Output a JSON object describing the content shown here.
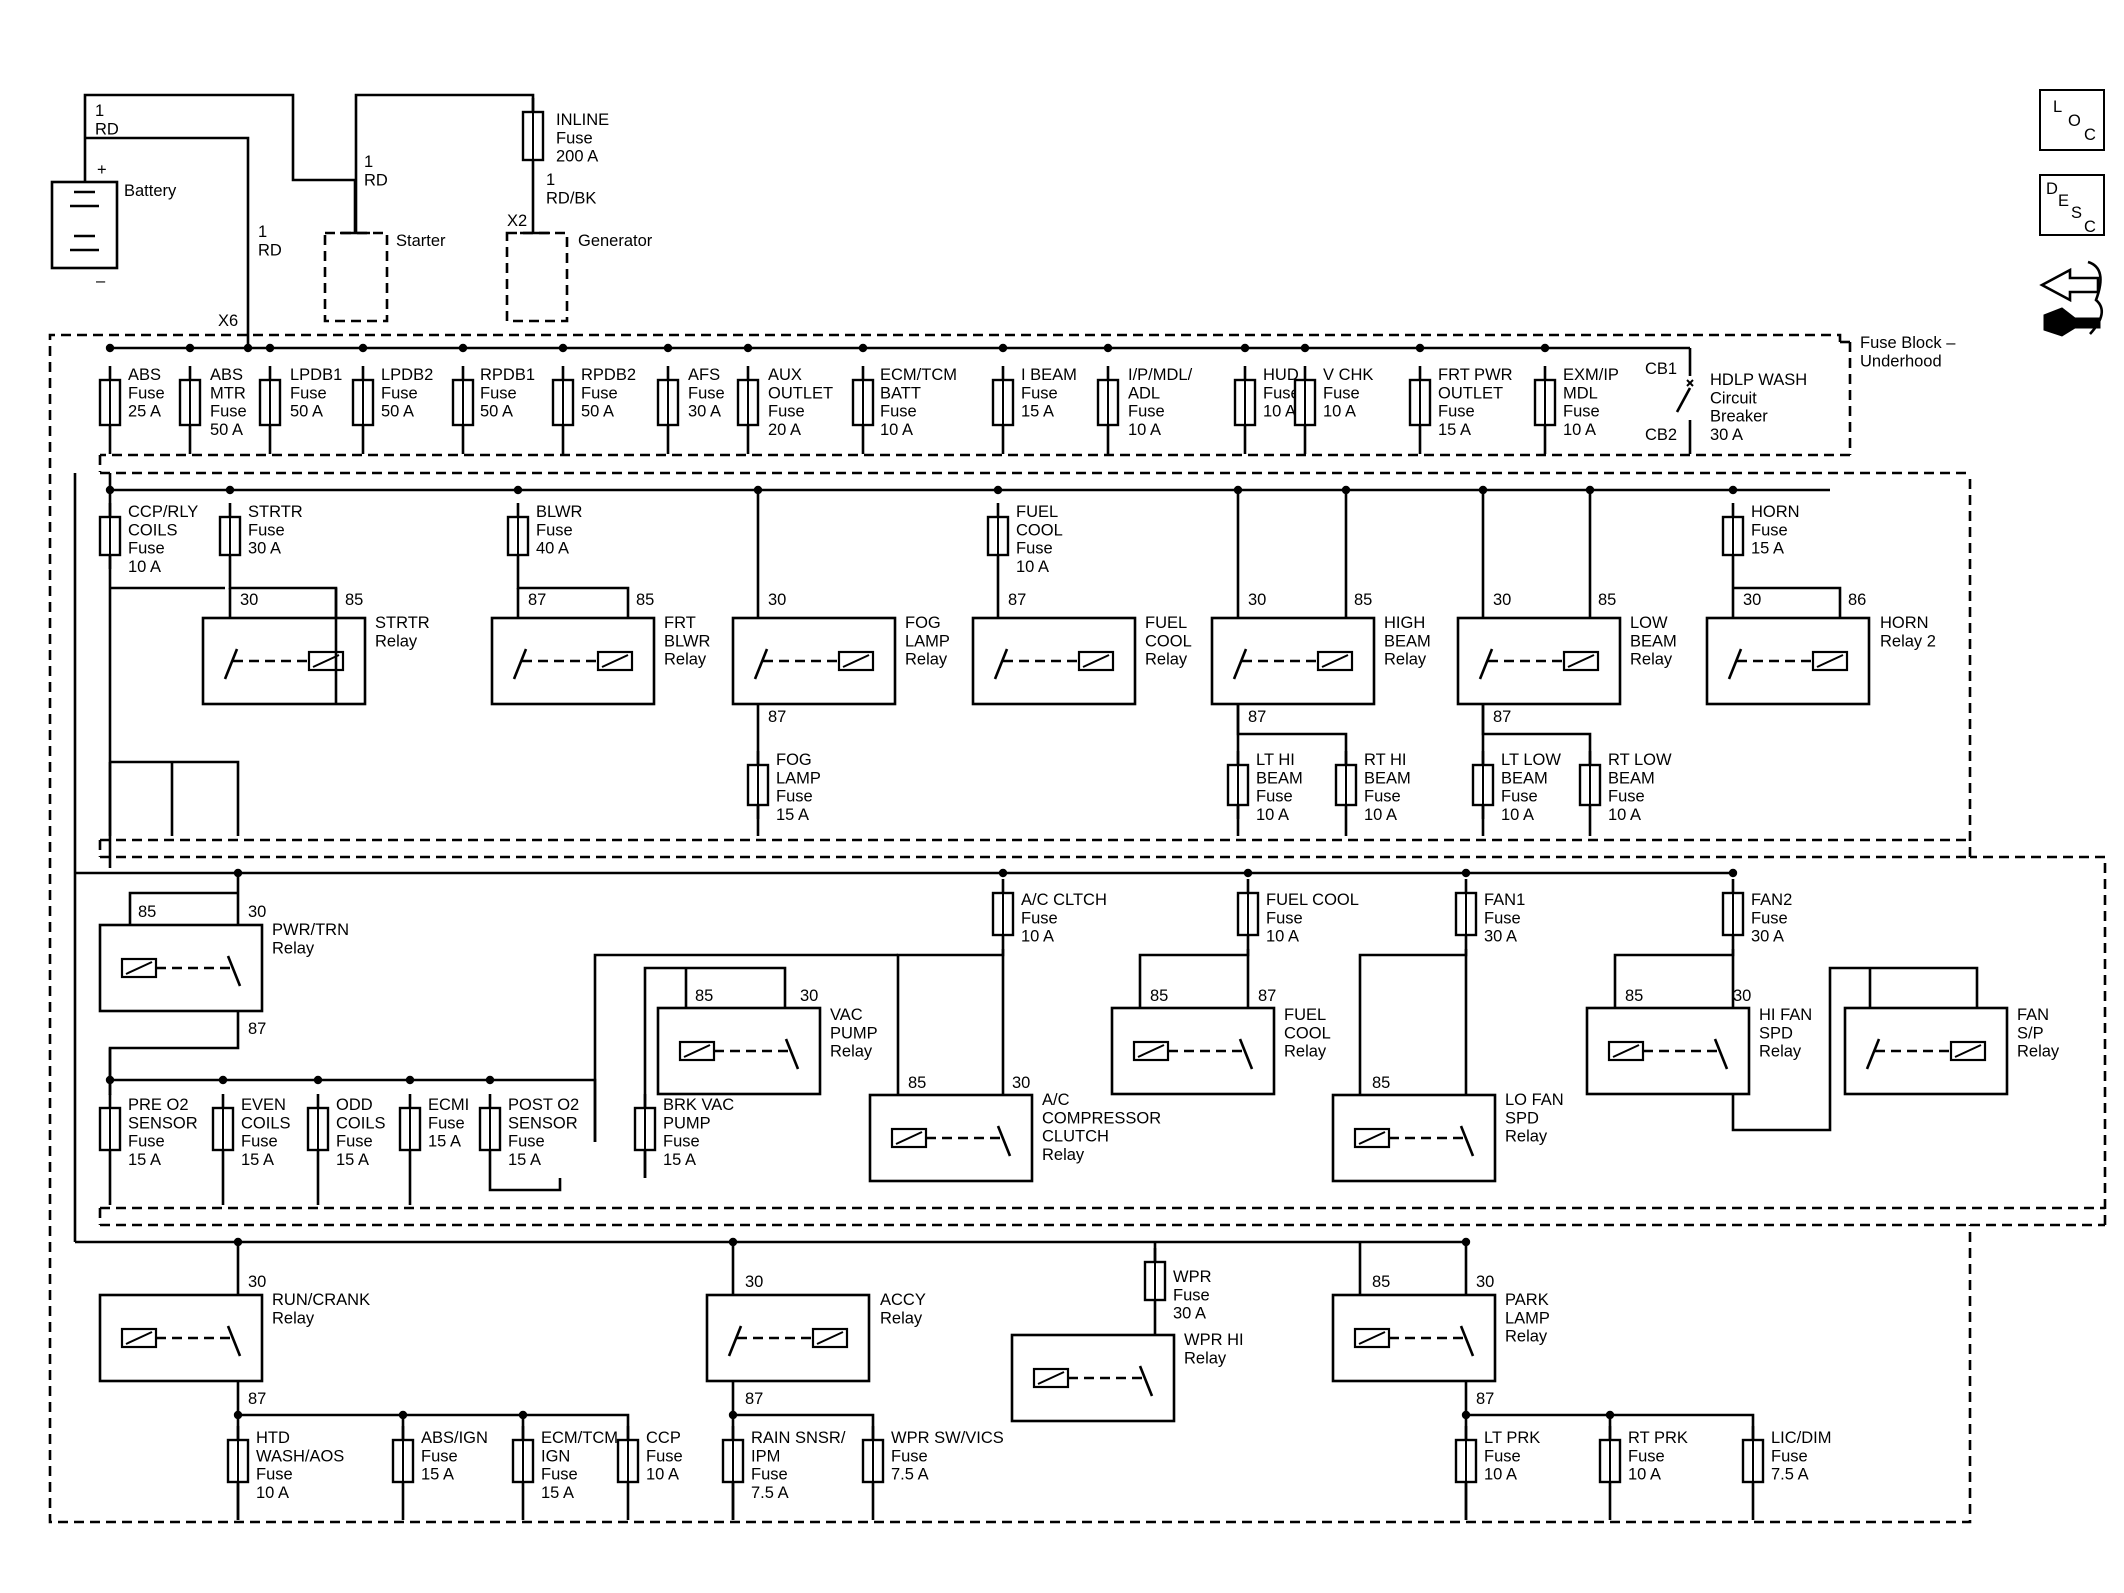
{
  "top": {
    "battery": "Battery",
    "battery_plus": "+",
    "battery_minus": "–",
    "starter": "Starter",
    "generator": "Generator",
    "generator_pin": "X2",
    "inline_fuse": [
      "INLINE",
      "Fuse",
      "200 A"
    ],
    "wire_bat": [
      "1",
      "RD"
    ],
    "wire_x6": [
      "1",
      "RD"
    ],
    "wire_starter": [
      "1",
      "RD"
    ],
    "wire_gen": [
      "1",
      "RD/BK"
    ],
    "x6": "X6"
  },
  "fuse_block_label": [
    "Fuse Block –",
    "Underhood"
  ],
  "icons": {
    "loc": [
      "L",
      "O",
      "C"
    ],
    "desc": [
      "D",
      "E",
      "S",
      "C"
    ]
  },
  "row1_fuses": [
    [
      "ABS",
      "Fuse",
      "25 A"
    ],
    [
      "ABS",
      "MTR",
      "Fuse",
      "50 A"
    ],
    [
      "LPDB1",
      "Fuse",
      "50 A"
    ],
    [
      "LPDB2",
      "Fuse",
      "50 A"
    ],
    [
      "RPDB1",
      "Fuse",
      "50 A"
    ],
    [
      "RPDB2",
      "Fuse",
      "50 A"
    ],
    [
      "AFS",
      "Fuse",
      "30 A"
    ],
    [
      "AUX",
      "OUTLET",
      "Fuse",
      "20 A"
    ],
    [
      "ECM/TCM",
      "BATT",
      "Fuse",
      "10 A"
    ],
    [
      "I BEAM",
      "Fuse",
      "15 A"
    ],
    [
      "I/P/MDL/",
      "ADL",
      "Fuse",
      "10 A"
    ],
    [
      "HUD",
      "Fuse",
      "10 A"
    ],
    [
      "V CHK",
      "Fuse",
      "10 A"
    ],
    [
      "FRT PWR",
      "OUTLET",
      "Fuse",
      "15 A"
    ],
    [
      "EXM/IP",
      "MDL",
      "Fuse",
      "10 A"
    ]
  ],
  "breaker": {
    "cb1": "CB1",
    "cb2": "CB2",
    "label": [
      "HDLP WASH",
      "Circuit",
      "Breaker",
      "30 A"
    ]
  },
  "row2_fuses": [
    [
      "CCP/RLY",
      "COILS",
      "Fuse",
      "10 A"
    ],
    [
      "STRTR",
      "Fuse",
      "30 A"
    ],
    [
      "BLWR",
      "Fuse",
      "40 A"
    ],
    [
      "FUEL",
      "COOL",
      "Fuse",
      "10 A"
    ],
    [
      "HORN",
      "Fuse",
      "15 A"
    ]
  ],
  "row2_relays": [
    {
      "label": [
        "STRTR",
        "Relay"
      ],
      "pins": [
        "30",
        "85"
      ]
    },
    {
      "label": [
        "FRT",
        "BLWR",
        "Relay"
      ],
      "pins": [
        "87",
        "85"
      ]
    },
    {
      "label": [
        "FOG",
        "LAMP",
        "Relay"
      ],
      "pins": [
        "30",
        "87"
      ]
    },
    {
      "label": [
        "FUEL",
        "COOL",
        "Relay"
      ],
      "pins": [
        "87"
      ]
    },
    {
      "label": [
        "HIGH",
        "BEAM",
        "Relay"
      ],
      "pins": [
        "30",
        "85",
        "87"
      ]
    },
    {
      "label": [
        "LOW",
        "BEAM",
        "Relay"
      ],
      "pins": [
        "30",
        "85",
        "87"
      ]
    },
    {
      "label": [
        "HORN",
        "Relay 2"
      ],
      "pins": [
        "30",
        "86"
      ]
    }
  ],
  "row2_low_fuses": [
    [
      "FOG",
      "LAMP",
      "Fuse",
      "15 A"
    ],
    [
      "LT HI",
      "BEAM",
      "Fuse",
      "10 A"
    ],
    [
      "RT HI",
      "BEAM",
      "Fuse",
      "10 A"
    ],
    [
      "LT LOW",
      "BEAM",
      "Fuse",
      "10 A"
    ],
    [
      "RT LOW",
      "BEAM",
      "Fuse",
      "10 A"
    ]
  ],
  "row3_fuses": [
    [
      "A/C CLTCH",
      "Fuse",
      "10 A"
    ],
    [
      "FUEL COOL",
      "Fuse",
      "10 A"
    ],
    [
      "FAN1",
      "Fuse",
      "30 A"
    ],
    [
      "FAN2",
      "Fuse",
      "30 A"
    ]
  ],
  "row3_relays": [
    {
      "label": [
        "PWR/TRN",
        "Relay"
      ],
      "pins": [
        "85",
        "30",
        "87"
      ]
    },
    {
      "label": [
        "VAC",
        "PUMP",
        "Relay"
      ],
      "pins": [
        "85",
        "30"
      ]
    },
    {
      "label": [
        "A/C",
        "COMPRESSOR",
        "CLUTCH",
        "Relay"
      ],
      "pins": [
        "85",
        "30"
      ]
    },
    {
      "label": [
        "FUEL",
        "COOL",
        "Relay"
      ],
      "pins": [
        "85",
        "87"
      ]
    },
    {
      "label": [
        "LO FAN",
        "SPD",
        "Relay"
      ],
      "pins": [
        "85"
      ]
    },
    {
      "label": [
        "HI FAN",
        "SPD",
        "Relay"
      ],
      "pins": [
        "85",
        "30"
      ]
    },
    {
      "label": [
        "FAN",
        "S/P",
        "Relay"
      ],
      "pins": []
    }
  ],
  "row3_low_fuses": [
    [
      "PRE O2",
      "SENSOR",
      "Fuse",
      "15 A"
    ],
    [
      "EVEN",
      "COILS",
      "Fuse",
      "15 A"
    ],
    [
      "ODD",
      "COILS",
      "Fuse",
      "15 A"
    ],
    [
      "ECMI",
      "Fuse",
      "15 A"
    ],
    [
      "POST O2",
      "SENSOR",
      "Fuse",
      "15 A"
    ],
    [
      "BRK VAC",
      "PUMP",
      "Fuse",
      "15 A"
    ]
  ],
  "row4_relays": [
    {
      "label": [
        "RUN/CRANK",
        "Relay"
      ],
      "pins": [
        "30",
        "87"
      ]
    },
    {
      "label": [
        "ACCY",
        "Relay"
      ],
      "pins": [
        "30",
        "87"
      ]
    },
    {
      "label": [
        "WPR HI",
        "Relay"
      ],
      "pins": []
    },
    {
      "label": [
        "PARK",
        "LAMP",
        "Relay"
      ],
      "pins": [
        "85",
        "30",
        "87"
      ]
    }
  ],
  "wpr_fuse": [
    "WPR",
    "Fuse",
    "30 A"
  ],
  "row4_fuses": [
    [
      "HTD",
      "WASH/AOS",
      "Fuse",
      "10 A"
    ],
    [
      "ABS/IGN",
      "Fuse",
      "15 A"
    ],
    [
      "ECM/TCM",
      "IGN",
      "Fuse",
      "15 A"
    ],
    [
      "CCP",
      "Fuse",
      "10 A"
    ],
    [
      "RAIN SNSR/",
      "IPM",
      "Fuse",
      "7.5 A"
    ],
    [
      "WPR SW/VICS",
      "Fuse",
      "7.5 A"
    ],
    [
      "LT PRK",
      "Fuse",
      "10 A"
    ],
    [
      "RT PRK",
      "Fuse",
      "10 A"
    ],
    [
      "LIC/DIM",
      "Fuse",
      "7.5 A"
    ]
  ]
}
